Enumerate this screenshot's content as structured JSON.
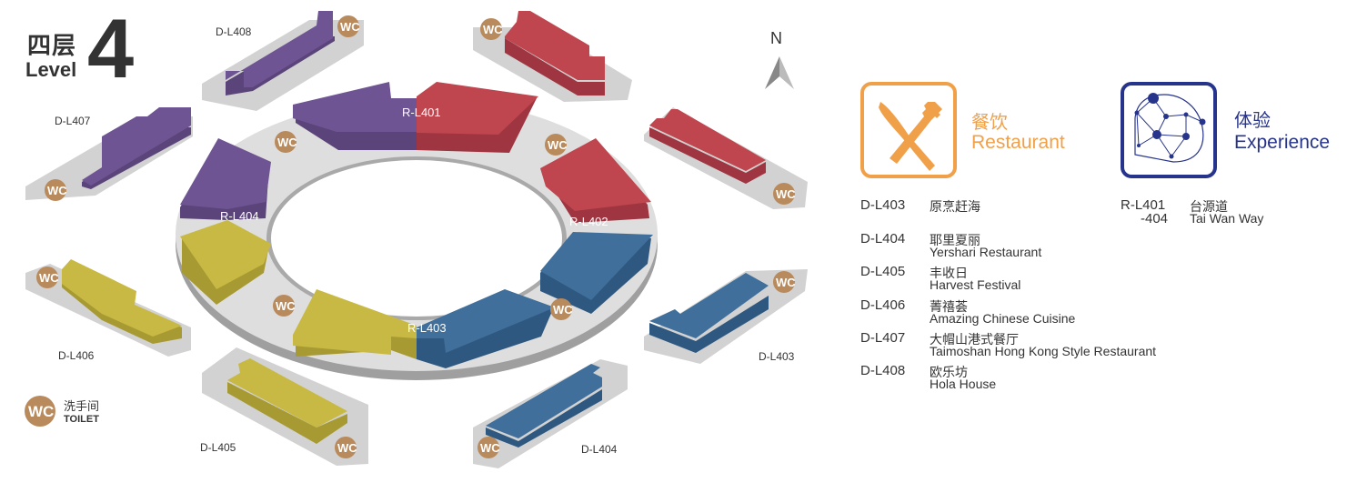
{
  "floor": {
    "label_zh": "四层",
    "label_en": "Level",
    "number": "4"
  },
  "compass": {
    "north": "N"
  },
  "zones": {
    "r_l401": "R-L401",
    "r_l402": "R-L402",
    "r_l403": "R-L403",
    "r_l404": "R-L404"
  },
  "blocks": {
    "d_l403": "D-L403",
    "d_l404": "D-L404",
    "d_l405": "D-L405",
    "d_l406": "D-L406",
    "d_l407": "D-L407",
    "d_l408": "D-L408"
  },
  "wc_badge": "WC",
  "toilet": {
    "zh": "洗手间",
    "en": "TOILET"
  },
  "categories": {
    "restaurant": {
      "zh": "餐饮",
      "en": "Restaurant",
      "color": "#F1A04A"
    },
    "experience": {
      "zh": "体验",
      "en": "Experience",
      "color": "#27348B"
    }
  },
  "restaurant_list": [
    {
      "code": "D-L403",
      "zh": "原烹赶海",
      "en": ""
    },
    {
      "code": "D-L404",
      "zh": "耶里夏丽",
      "en": "Yershari  Restaurant"
    },
    {
      "code": "D-L405",
      "zh": "丰收日",
      "en": "Harvest  Festival"
    },
    {
      "code": "D-L406",
      "zh": "菁禧荟",
      "en": "Amazing  Chinese  Cuisine"
    },
    {
      "code": "D-L407",
      "zh": "大帽山港式餐厅",
      "en": "Taimoshan Hong Kong Style Restaurant"
    },
    {
      "code": "D-L408",
      "zh": "欧乐坊",
      "en": "Hola House"
    }
  ],
  "experience_list": {
    "code": "R-L401",
    "code2": "-404",
    "zh": "台源道",
    "en": "Tai  Wan  Way"
  },
  "colors": {
    "purple": "#6E5493",
    "red": "#BF454E",
    "blue": "#3F6F9A",
    "yellow": "#C8B944",
    "wc": "#B98A5B",
    "platform": "#D9D9D9"
  }
}
